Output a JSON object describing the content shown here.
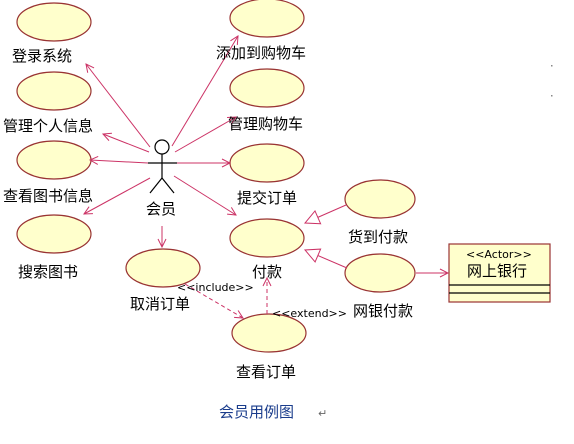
{
  "actor": {
    "label": "会员"
  },
  "use_cases": {
    "login": "登录系统",
    "manage_info": "管理个人信息",
    "view_book_info": "查看图书信息",
    "search_books": "搜索图书",
    "add_to_cart": "添加到购物车",
    "manage_cart": "管理购物车",
    "submit_order": "提交订单",
    "cancel_order": "取消订单",
    "pay": "付款",
    "view_order": "查看订单",
    "cod_pay": "货到付款",
    "online_pay": "网银付款"
  },
  "relations": {
    "include": "<<include>>",
    "extend": "<<extend>>"
  },
  "external_actor": {
    "stereotype": "<<Actor>>",
    "name": "网上银行"
  },
  "caption": "会员用例图",
  "caption_mark": "↵"
}
